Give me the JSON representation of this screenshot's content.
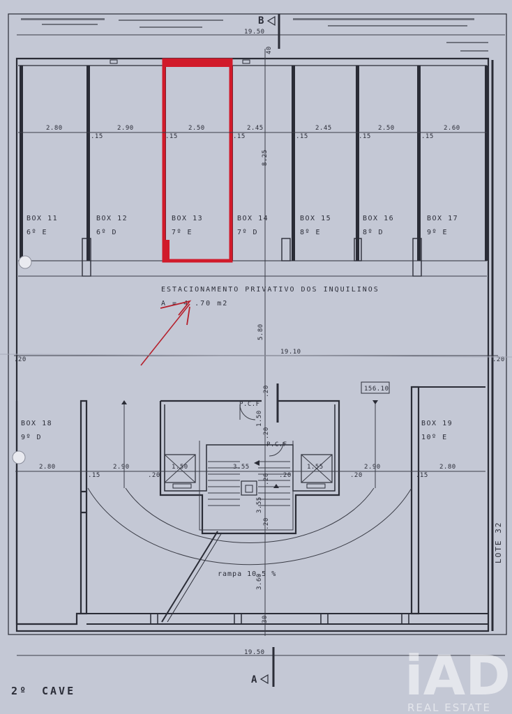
{
  "section_marks": {
    "top": "B",
    "bottom": "A"
  },
  "dimensions": {
    "top_total": "19.50",
    "bottom_total": "19.50",
    "middle_total": "19.10",
    "depth_top_boxes": "8.25",
    "driveway_depth": "5.80",
    "height_40": "40",
    "left_20": ".20",
    "right_20": ".20",
    "top_row_widths": [
      "2.80",
      "2.90",
      "2.50",
      "2.45",
      "2.45",
      "2.50",
      "2.60"
    ],
    "top_row_walls": [
      ".15",
      ".15",
      ".15",
      ".15",
      ".15",
      ".15"
    ],
    "core_20_a": ".20",
    "core_150": "1.50",
    "core_20_b": ".20",
    "bottom_row": [
      "2.80",
      ".15",
      "2.90",
      ".20",
      "1.50",
      "3.55",
      "1.55",
      ".20",
      "2.90",
      ".15",
      "2.80"
    ],
    "core_20_c": ".20",
    "core_20_d": ".20",
    "stair_355": "3.55",
    "stair_20": ".20",
    "ramp_360": "3.60",
    "ramp_30": "30",
    "level": "156.10"
  },
  "boxes": [
    {
      "name": "BOX 11",
      "unit": "6º E"
    },
    {
      "name": "BOX 12",
      "unit": "6º D"
    },
    {
      "name": "BOX 13",
      "unit": "7º E"
    },
    {
      "name": "BOX 14",
      "unit": "7º D"
    },
    {
      "name": "BOX 15",
      "unit": "8º E"
    },
    {
      "name": "BOX 16",
      "unit": "8º D"
    },
    {
      "name": "BOX 17",
      "unit": "9º E"
    },
    {
      "name": "BOX 18",
      "unit": "9º D"
    },
    {
      "name": "BOX 19",
      "unit": "10º E"
    }
  ],
  "parking": {
    "title": "ESTACIONAMENTO PRIVATIVO DOS INQUILINOS",
    "area": "A = 4  .70 m2"
  },
  "doors": [
    "P.C.F",
    "P.C.F"
  ],
  "ramp": "rampa  10.5  %",
  "lot": "LOTE  32",
  "floor": {
    "number": "2º",
    "name": "CAVE"
  },
  "watermark": {
    "brand": "iAD",
    "sub": "REAL ESTATE"
  },
  "colors": {
    "paper": "#c9ccd8",
    "line": "#2a2c36",
    "highlight": "#d11a2a",
    "arrow": "#b5202c"
  }
}
